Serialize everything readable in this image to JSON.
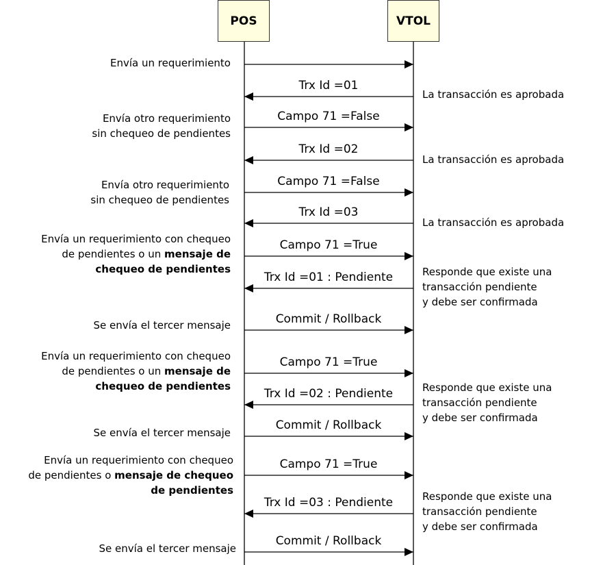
{
  "actors": {
    "pos": "POS",
    "vtol": "VTOL"
  },
  "colors": {
    "actor_fill": "#ffffe0",
    "line": "#000000"
  },
  "messages": [
    {
      "dir": "right",
      "label": ""
    },
    {
      "dir": "left",
      "label": "Trx Id =01"
    },
    {
      "dir": "right",
      "label": "Campo 71 =False"
    },
    {
      "dir": "left",
      "label": "Trx Id =02"
    },
    {
      "dir": "right",
      "label": "Campo 71 =False"
    },
    {
      "dir": "left",
      "label": "Trx Id =03"
    },
    {
      "dir": "right",
      "label": "Campo 71 =True"
    },
    {
      "dir": "left",
      "label": "Trx Id =01 : Pendiente"
    },
    {
      "dir": "right",
      "label": "Commit / Rollback"
    },
    {
      "dir": "right",
      "label": "Campo 71 =True"
    },
    {
      "dir": "left",
      "label": "Trx Id =02 : Pendiente"
    },
    {
      "dir": "right",
      "label": "Commit / Rollback"
    },
    {
      "dir": "right",
      "label": "Campo 71 =True"
    },
    {
      "dir": "left",
      "label": "Trx Id =03 : Pendiente"
    },
    {
      "dir": "right",
      "label": "Commit / Rollback"
    }
  ],
  "left_notes": [
    [
      [
        {
          "t": "Envía un requerimiento"
        }
      ]
    ],
    [
      [
        {
          "t": "Envía otro requerimiento"
        }
      ],
      [
        {
          "t": "sin chequeo de pendientes"
        }
      ]
    ],
    [
      [
        {
          "t": "Envía otro requerimiento"
        }
      ],
      [
        {
          "t": "sin chequeo de pendientes"
        }
      ]
    ],
    [
      [
        {
          "t": "Envía un requerimiento con chequeo"
        }
      ],
      [
        {
          "t": "de pendientes o un "
        },
        {
          "t": "mensaje de",
          "b": true
        }
      ],
      [
        {
          "t": "chequeo de pendientes",
          "b": true
        }
      ]
    ],
    [
      [
        {
          "t": "Se envía el tercer mensaje"
        }
      ]
    ],
    [
      [
        {
          "t": "Envía un requerimiento con chequeo"
        }
      ],
      [
        {
          "t": "de pendientes o un "
        },
        {
          "t": "mensaje de",
          "b": true
        }
      ],
      [
        {
          "t": "chequeo de pendientes",
          "b": true
        }
      ]
    ],
    [
      [
        {
          "t": "Se envía el tercer mensaje"
        }
      ]
    ],
    [
      [
        {
          "t": "Envía un requerimiento con chequeo"
        }
      ],
      [
        {
          "t": "de pendientes o "
        },
        {
          "t": "mensaje de chequeo",
          "b": true
        }
      ],
      [
        {
          "t": "de pendientes",
          "b": true
        }
      ]
    ],
    [
      [
        {
          "t": "Se envía el tercer mensaje"
        }
      ]
    ]
  ],
  "right_notes": [
    [
      "La transacción es aprobada"
    ],
    [
      "La transacción es aprobada"
    ],
    [
      "La transacción es aprobada"
    ],
    [
      "Responde que existe una",
      "transacción pendiente",
      "y debe ser confirmada"
    ],
    [
      "Responde que existe una",
      "transacción pendiente",
      "y debe ser confirmada"
    ],
    [
      "Responde que existe una",
      "transacción pendiente",
      "y debe ser confirmada"
    ]
  ]
}
